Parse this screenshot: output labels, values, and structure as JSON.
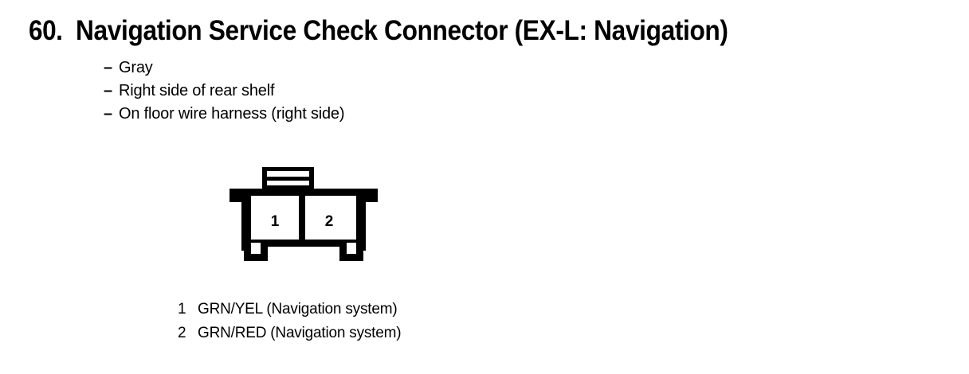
{
  "page": {
    "background_color": "#ffffff",
    "ink_color": "#000000"
  },
  "heading": {
    "number": "60.",
    "title": "Navigation Service Check Connector (EX-L: Navigation)"
  },
  "notes": {
    "dash": "–",
    "items": [
      {
        "text": "Gray"
      },
      {
        "text": "Right side of rear shelf"
      },
      {
        "text": "On floor wire harness (right side)"
      }
    ]
  },
  "connector": {
    "name": "2-pin connector diagram",
    "cavity_count": 2,
    "pins": [
      {
        "number": "1"
      },
      {
        "number": "2"
      }
    ]
  },
  "pin_legend": {
    "rows": [
      {
        "number": "1",
        "description": "GRN/YEL (Navigation system)"
      },
      {
        "number": "2",
        "description": "GRN/RED (Navigation system)"
      }
    ]
  }
}
